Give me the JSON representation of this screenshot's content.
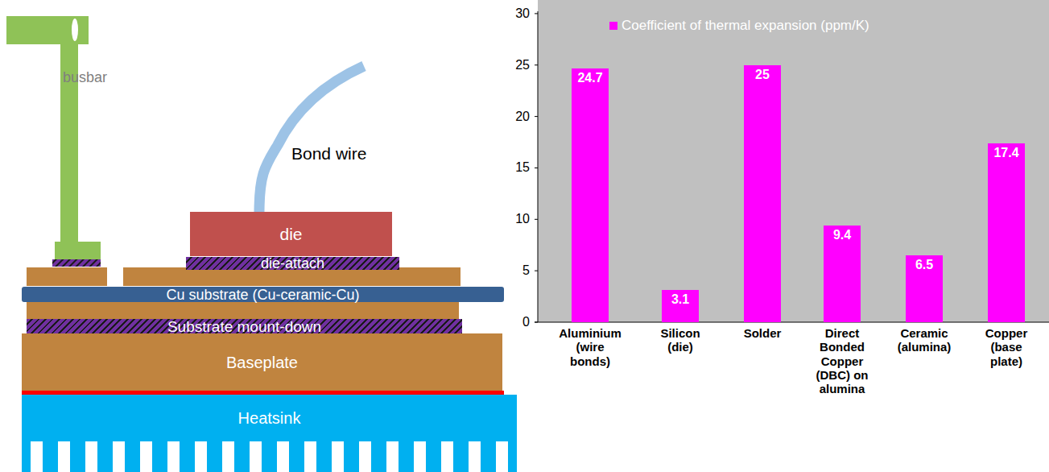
{
  "diagram": {
    "nodes": [
      {
        "text": [
          "busbar"
        ]
      },
      {
        "text": [
          "die"
        ]
      },
      {
        "text": [
          "die-attach"
        ]
      },
      {
        "text": [
          "Cu substrate (Cu-ceramic-Cu)"
        ]
      },
      {
        "text": [
          "Substrate mount-down"
        ]
      },
      {
        "text": [
          "Baseplate"
        ]
      },
      {
        "text": [
          "Heatsink"
        ]
      },
      {
        "text": [
          "24.7"
        ]
      },
      {
        "text": [
          "3.1"
        ]
      },
      {
        "text": [
          "25"
        ]
      },
      {
        "text": [
          "9.4"
        ]
      },
      {
        "text": [
          "6.5"
        ]
      },
      {
        "text": [
          "17.4"
        ]
      }
    ],
    "labels": [
      "Bond wire",
      "30",
      "25",
      "20",
      "15",
      "10",
      "5",
      "0",
      "Aluminium (wire bonds)",
      "Silicon (die)",
      "Solder",
      "Direct Bonded Copper (DBC) on alumina",
      "Ceramic (alumina)",
      "Copper (base plate)"
    ],
    "legend": [
      {
        "text": "Coefficient of thermal expansion (ppm/K)",
        "color": "#ff00ff"
      }
    ]
  }
}
